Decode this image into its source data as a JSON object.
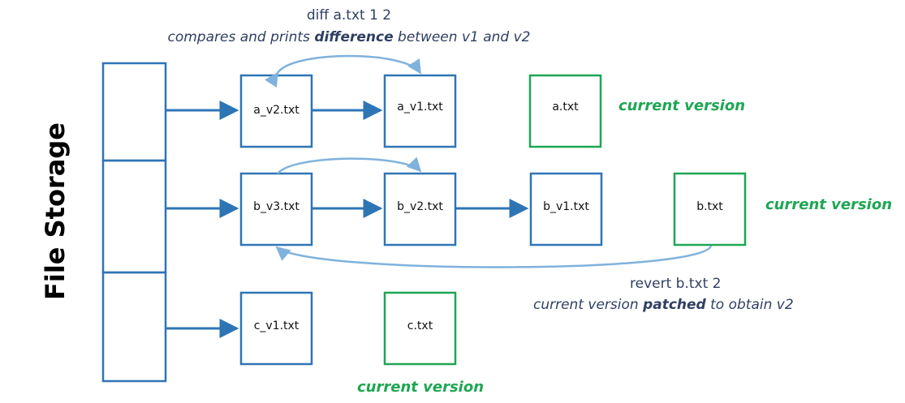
{
  "title": "File Storage",
  "colors": {
    "blue_box": "#2e75b6",
    "green_box": "#1ea653",
    "arrow_dark": "#2e75b6",
    "arrow_light": "#7fb2dc",
    "annotation_text": "#2f3f62",
    "current_version_text": "#1ea653"
  },
  "files": {
    "a_v2": "a_v2.txt",
    "a_v1": "a_v1.txt",
    "a_cur": "a.txt",
    "b_v3": "b_v3.txt",
    "b_v2": "b_v2.txt",
    "b_v1": "b_v1.txt",
    "b_cur": "b.txt",
    "c_v1": "c_v1.txt",
    "c_cur": "c.txt"
  },
  "current_version_label": "current version",
  "diff_note": {
    "command": "diff a.txt 1 2",
    "desc_before": "compares and prints ",
    "desc_bold": "difference",
    "desc_after": " between v1 and v2"
  },
  "revert_note": {
    "command": "revert b.txt 2",
    "desc_before": "current version ",
    "desc_bold": "patched",
    "desc_after": " to obtain v2"
  }
}
